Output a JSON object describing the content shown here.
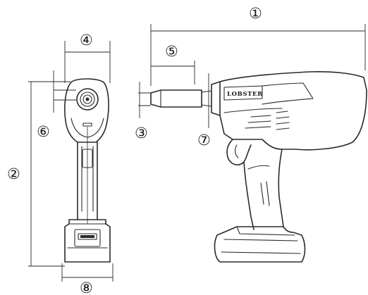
{
  "figure": {
    "brand_label": "LOBSTER",
    "callouts": [
      {
        "id": "overall_length",
        "label": "①"
      },
      {
        "id": "overall_height",
        "label": "②"
      },
      {
        "id": "nose_diameter",
        "label": "③"
      },
      {
        "id": "body_width",
        "label": "④"
      },
      {
        "id": "nose_length",
        "label": "⑤"
      },
      {
        "id": "front_offset",
        "label": "⑥"
      },
      {
        "id": "nose_step",
        "label": "⑦"
      },
      {
        "id": "base_width",
        "label": "⑧"
      }
    ]
  },
  "colors": {
    "line": "#2a2a2a",
    "background": "#ffffff"
  }
}
